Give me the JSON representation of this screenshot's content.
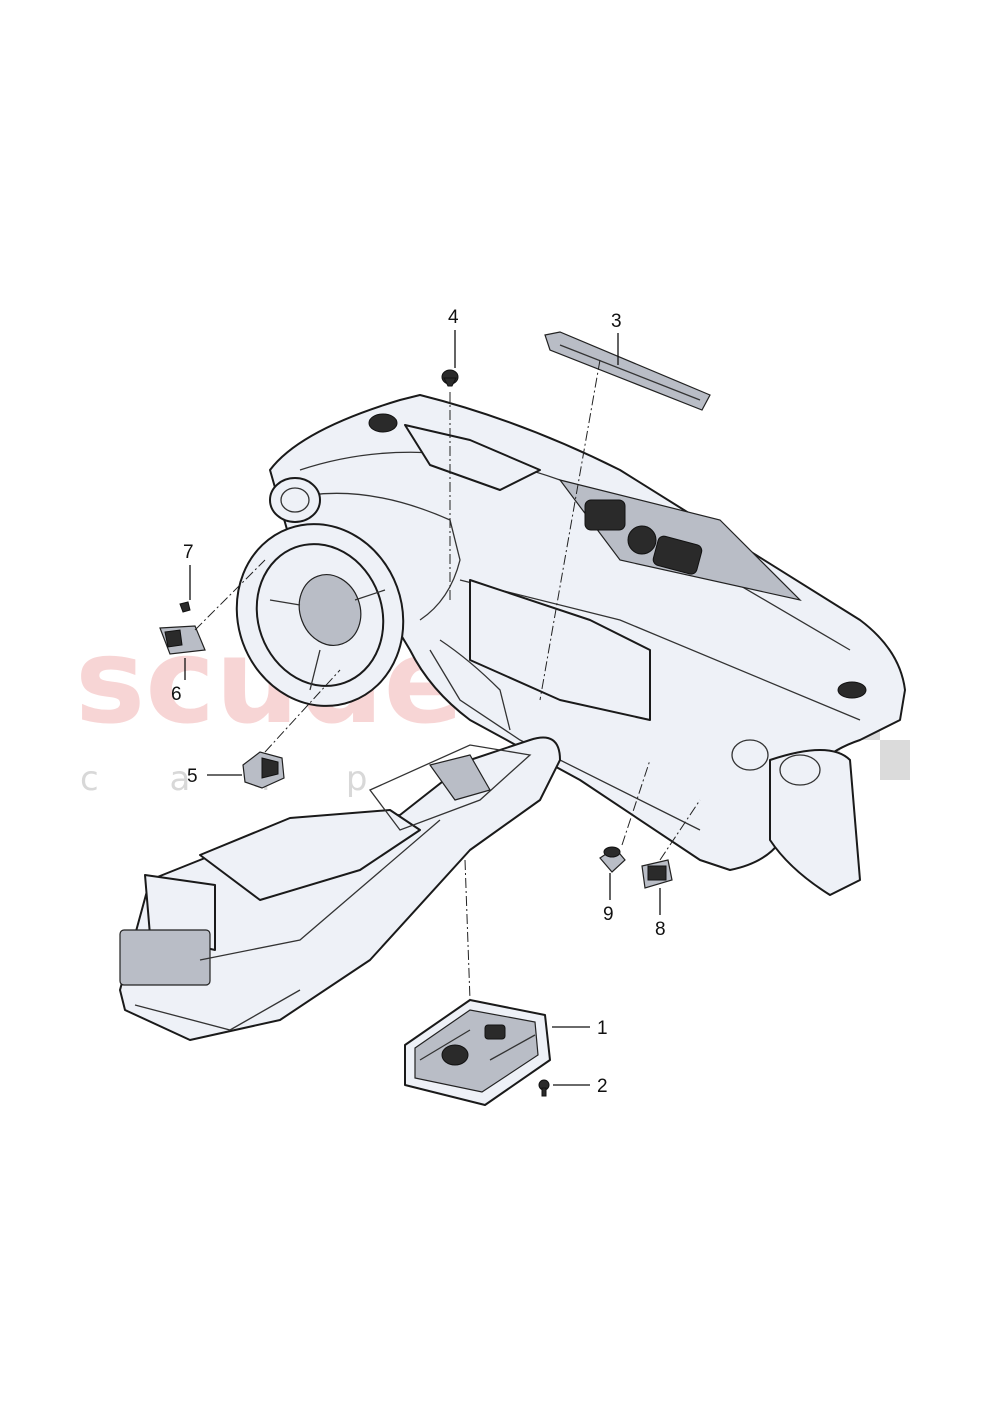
{
  "watermark": {
    "main": "scuderia",
    "sub": "c a r p a r t s"
  },
  "callouts": [
    {
      "id": "1",
      "label": "1"
    },
    {
      "id": "2",
      "label": "2"
    },
    {
      "id": "3",
      "label": "3"
    },
    {
      "id": "4",
      "label": "4"
    },
    {
      "id": "5",
      "label": "5"
    },
    {
      "id": "6",
      "label": "6"
    },
    {
      "id": "7",
      "label": "7"
    },
    {
      "id": "8",
      "label": "8"
    },
    {
      "id": "9",
      "label": "9"
    }
  ],
  "colors": {
    "line": "#111111",
    "surface": "#eef1f7",
    "watermark": "#f2b3b3"
  }
}
